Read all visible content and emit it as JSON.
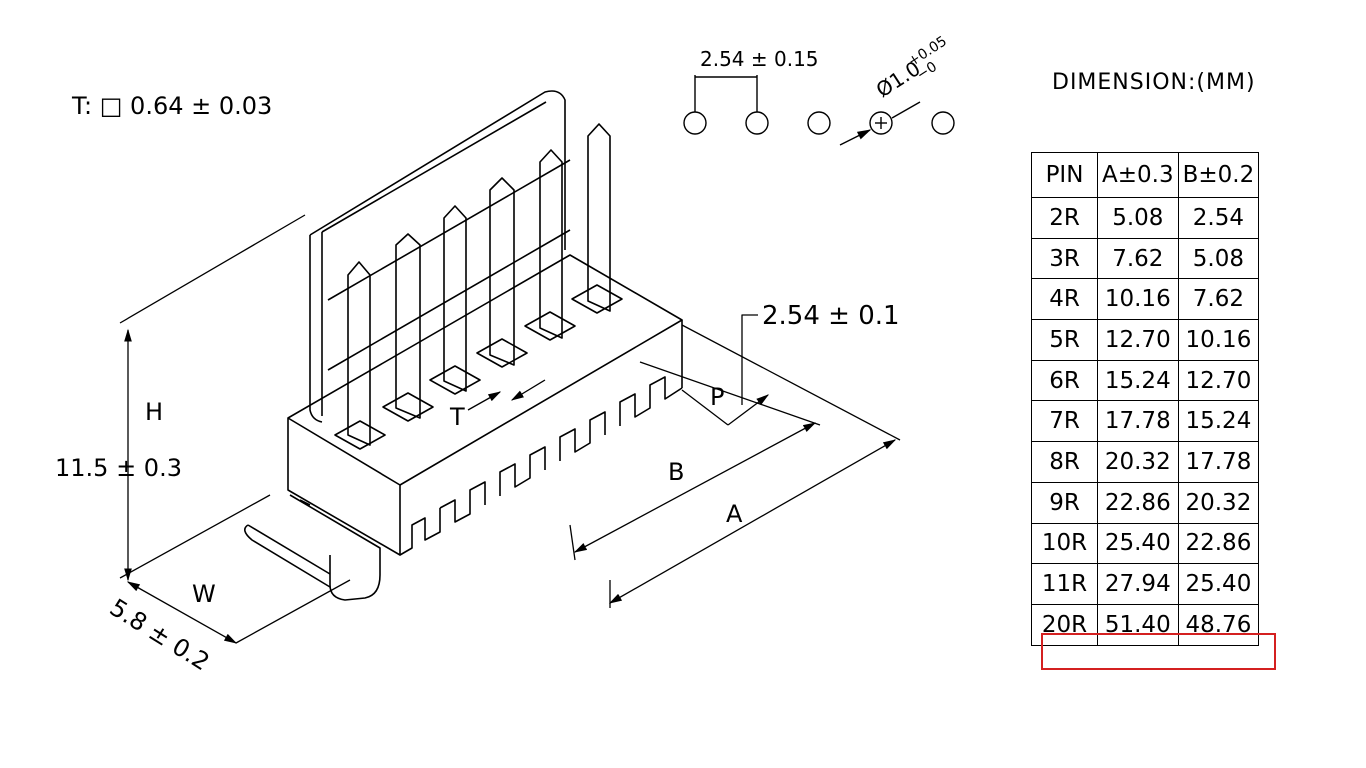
{
  "diagram": {
    "tolerance_T": "T: □ 0.64 ± 0.03",
    "pitch_top": "2.54 ± 0.15",
    "hole_diameter": "Ø1.0",
    "hole_tol_plus": "+0.05",
    "hole_tol_minus": "−0",
    "pitch_side": "2.54 ± 0.1",
    "height_value": "11.5 ± 0.3",
    "width_value": "5.8 ± 0.2",
    "label_H": "H",
    "label_W": "W",
    "label_T": "T",
    "label_P": "P",
    "label_A": "A",
    "label_B": "B"
  },
  "table": {
    "title": "DIMENSION:(MM)",
    "headers": [
      "PIN",
      "A±0.3",
      "B±0.2"
    ],
    "rows": [
      [
        "2R",
        "5.08",
        "2.54"
      ],
      [
        "3R",
        "7.62",
        "5.08"
      ],
      [
        "4R",
        "10.16",
        "7.62"
      ],
      [
        "5R",
        "12.70",
        "10.16"
      ],
      [
        "6R",
        "15.24",
        "12.70"
      ],
      [
        "7R",
        "17.78",
        "15.24"
      ],
      [
        "8R",
        "20.32",
        "17.78"
      ],
      [
        "9R",
        "22.86",
        "20.32"
      ],
      [
        "10R",
        "25.40",
        "22.86"
      ],
      [
        "11R",
        "27.94",
        "25.40"
      ],
      [
        "20R",
        "51.40",
        "48.76"
      ]
    ],
    "highlight_color": "#d42020"
  }
}
